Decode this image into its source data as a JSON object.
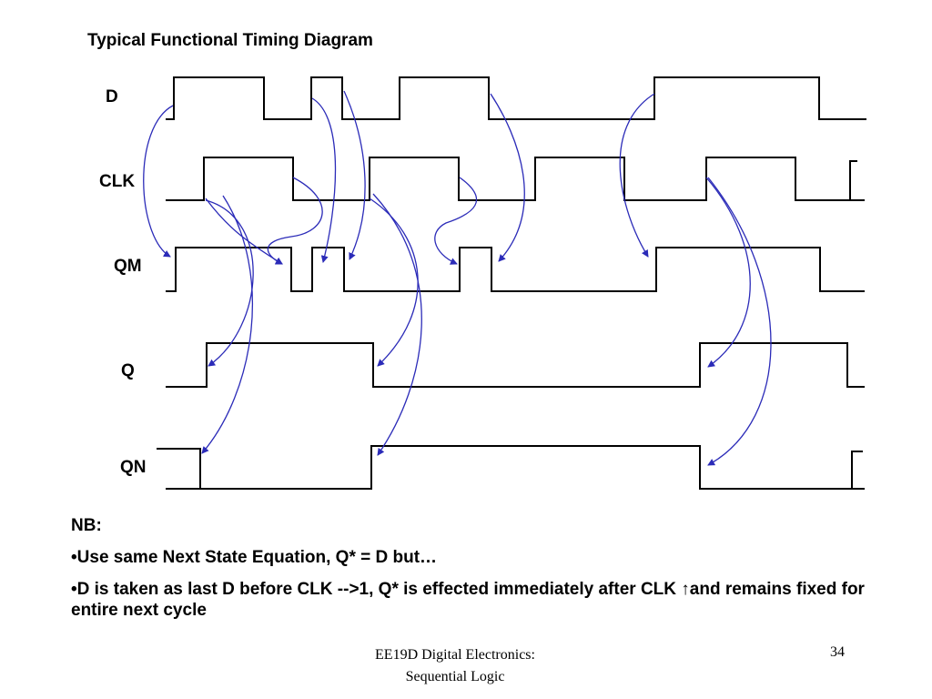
{
  "title": "Typical Functional Timing Diagram",
  "signals": {
    "d": "D",
    "clk": "CLK",
    "qm": "QM",
    "q": "Q",
    "qn": "QN"
  },
  "colors": {
    "waveform": "#000000",
    "arrow": "#2b2bb8"
  },
  "notes": {
    "heading": "NB:",
    "line1": "•Use same Next State Equation, Q* = D but…",
    "line2_before": "•D is taken as last D before CLK -->1, Q* is effected immediately after CLK ",
    "line2_arrow": "↑",
    "line2_after": "and remains fixed for  entire next  cycle"
  },
  "footer": {
    "course": "EE19D Digital Electronics:",
    "topic": "Sequential Logic",
    "page": "34"
  }
}
